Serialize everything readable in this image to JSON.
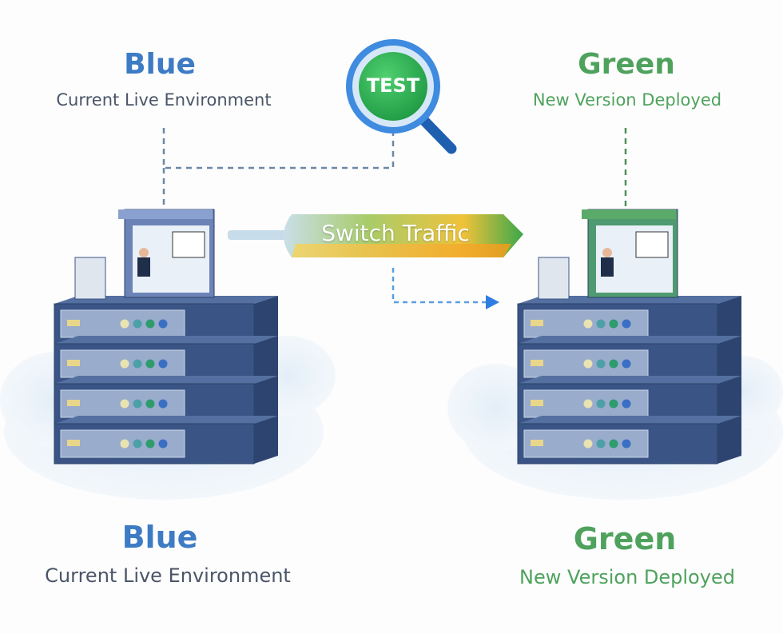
{
  "top": {
    "blue": {
      "title": "Blue",
      "subtitle": "Current Live Environment"
    },
    "green": {
      "title": "Green",
      "subtitle": "New Version Deployed"
    }
  },
  "test_badge": {
    "label": "TEST",
    "icon": "magnifier-icon"
  },
  "switch": {
    "label": "Switch Traffic"
  },
  "bottom": {
    "blue": {
      "title": "Blue",
      "subtitle": "Current Live Environment"
    },
    "green": {
      "title": "Green",
      "subtitle": "New Version Deployed"
    }
  },
  "colors": {
    "blue": "#3d7bc4",
    "green": "#4fa25d",
    "server": "#3a5585",
    "connector": "#6b87a8",
    "arrow": "#2f7de0"
  }
}
